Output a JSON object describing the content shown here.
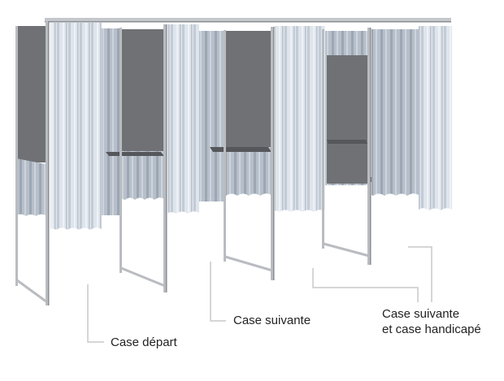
{
  "diagram": {
    "subject": "voting booths row",
    "colors": {
      "background": "#ffffff",
      "back_panel": "#6f7175",
      "curtain_light": "#dde3ea",
      "curtain_shade": "#b8c0ca",
      "frame": "#b9bcc0",
      "frame_dark": "#8a8d91",
      "leader_line": "#c8c8c8",
      "label_text": "#222222"
    },
    "labels": [
      {
        "id": "start",
        "lines": [
          "Case départ"
        ]
      },
      {
        "id": "next",
        "lines": [
          "Case suivante"
        ]
      },
      {
        "id": "next-accessible",
        "lines": [
          "Case suivante",
          "et case handicapé"
        ]
      }
    ]
  }
}
